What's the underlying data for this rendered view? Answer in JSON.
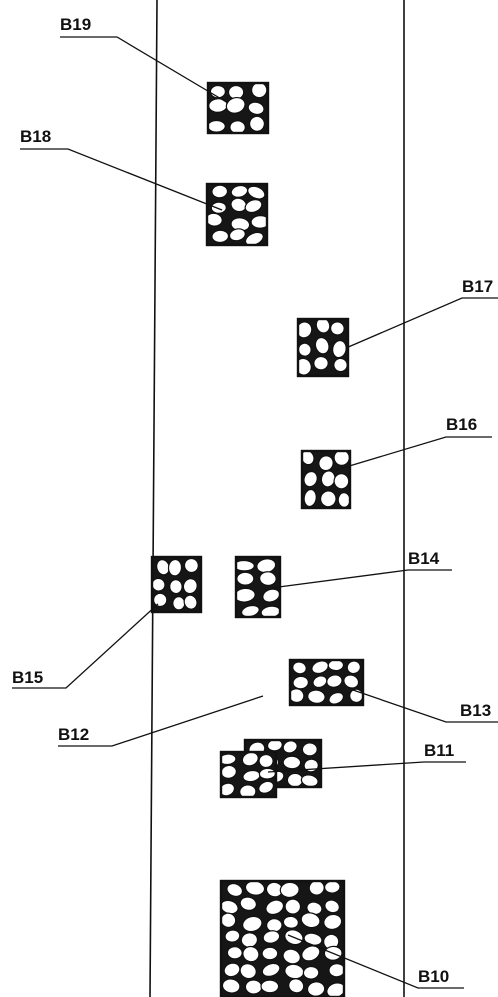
{
  "diagram": {
    "blocks": [
      {
        "id": "B19",
        "label": "B19"
      },
      {
        "id": "B18",
        "label": "B18"
      },
      {
        "id": "B17",
        "label": "B17"
      },
      {
        "id": "B16",
        "label": "B16"
      },
      {
        "id": "B15",
        "label": "B15"
      },
      {
        "id": "B14",
        "label": "B14"
      },
      {
        "id": "B13",
        "label": "B13"
      },
      {
        "id": "B12",
        "label": "B12"
      },
      {
        "id": "B11",
        "label": "B11"
      },
      {
        "id": "B10",
        "label": "B10"
      }
    ]
  }
}
